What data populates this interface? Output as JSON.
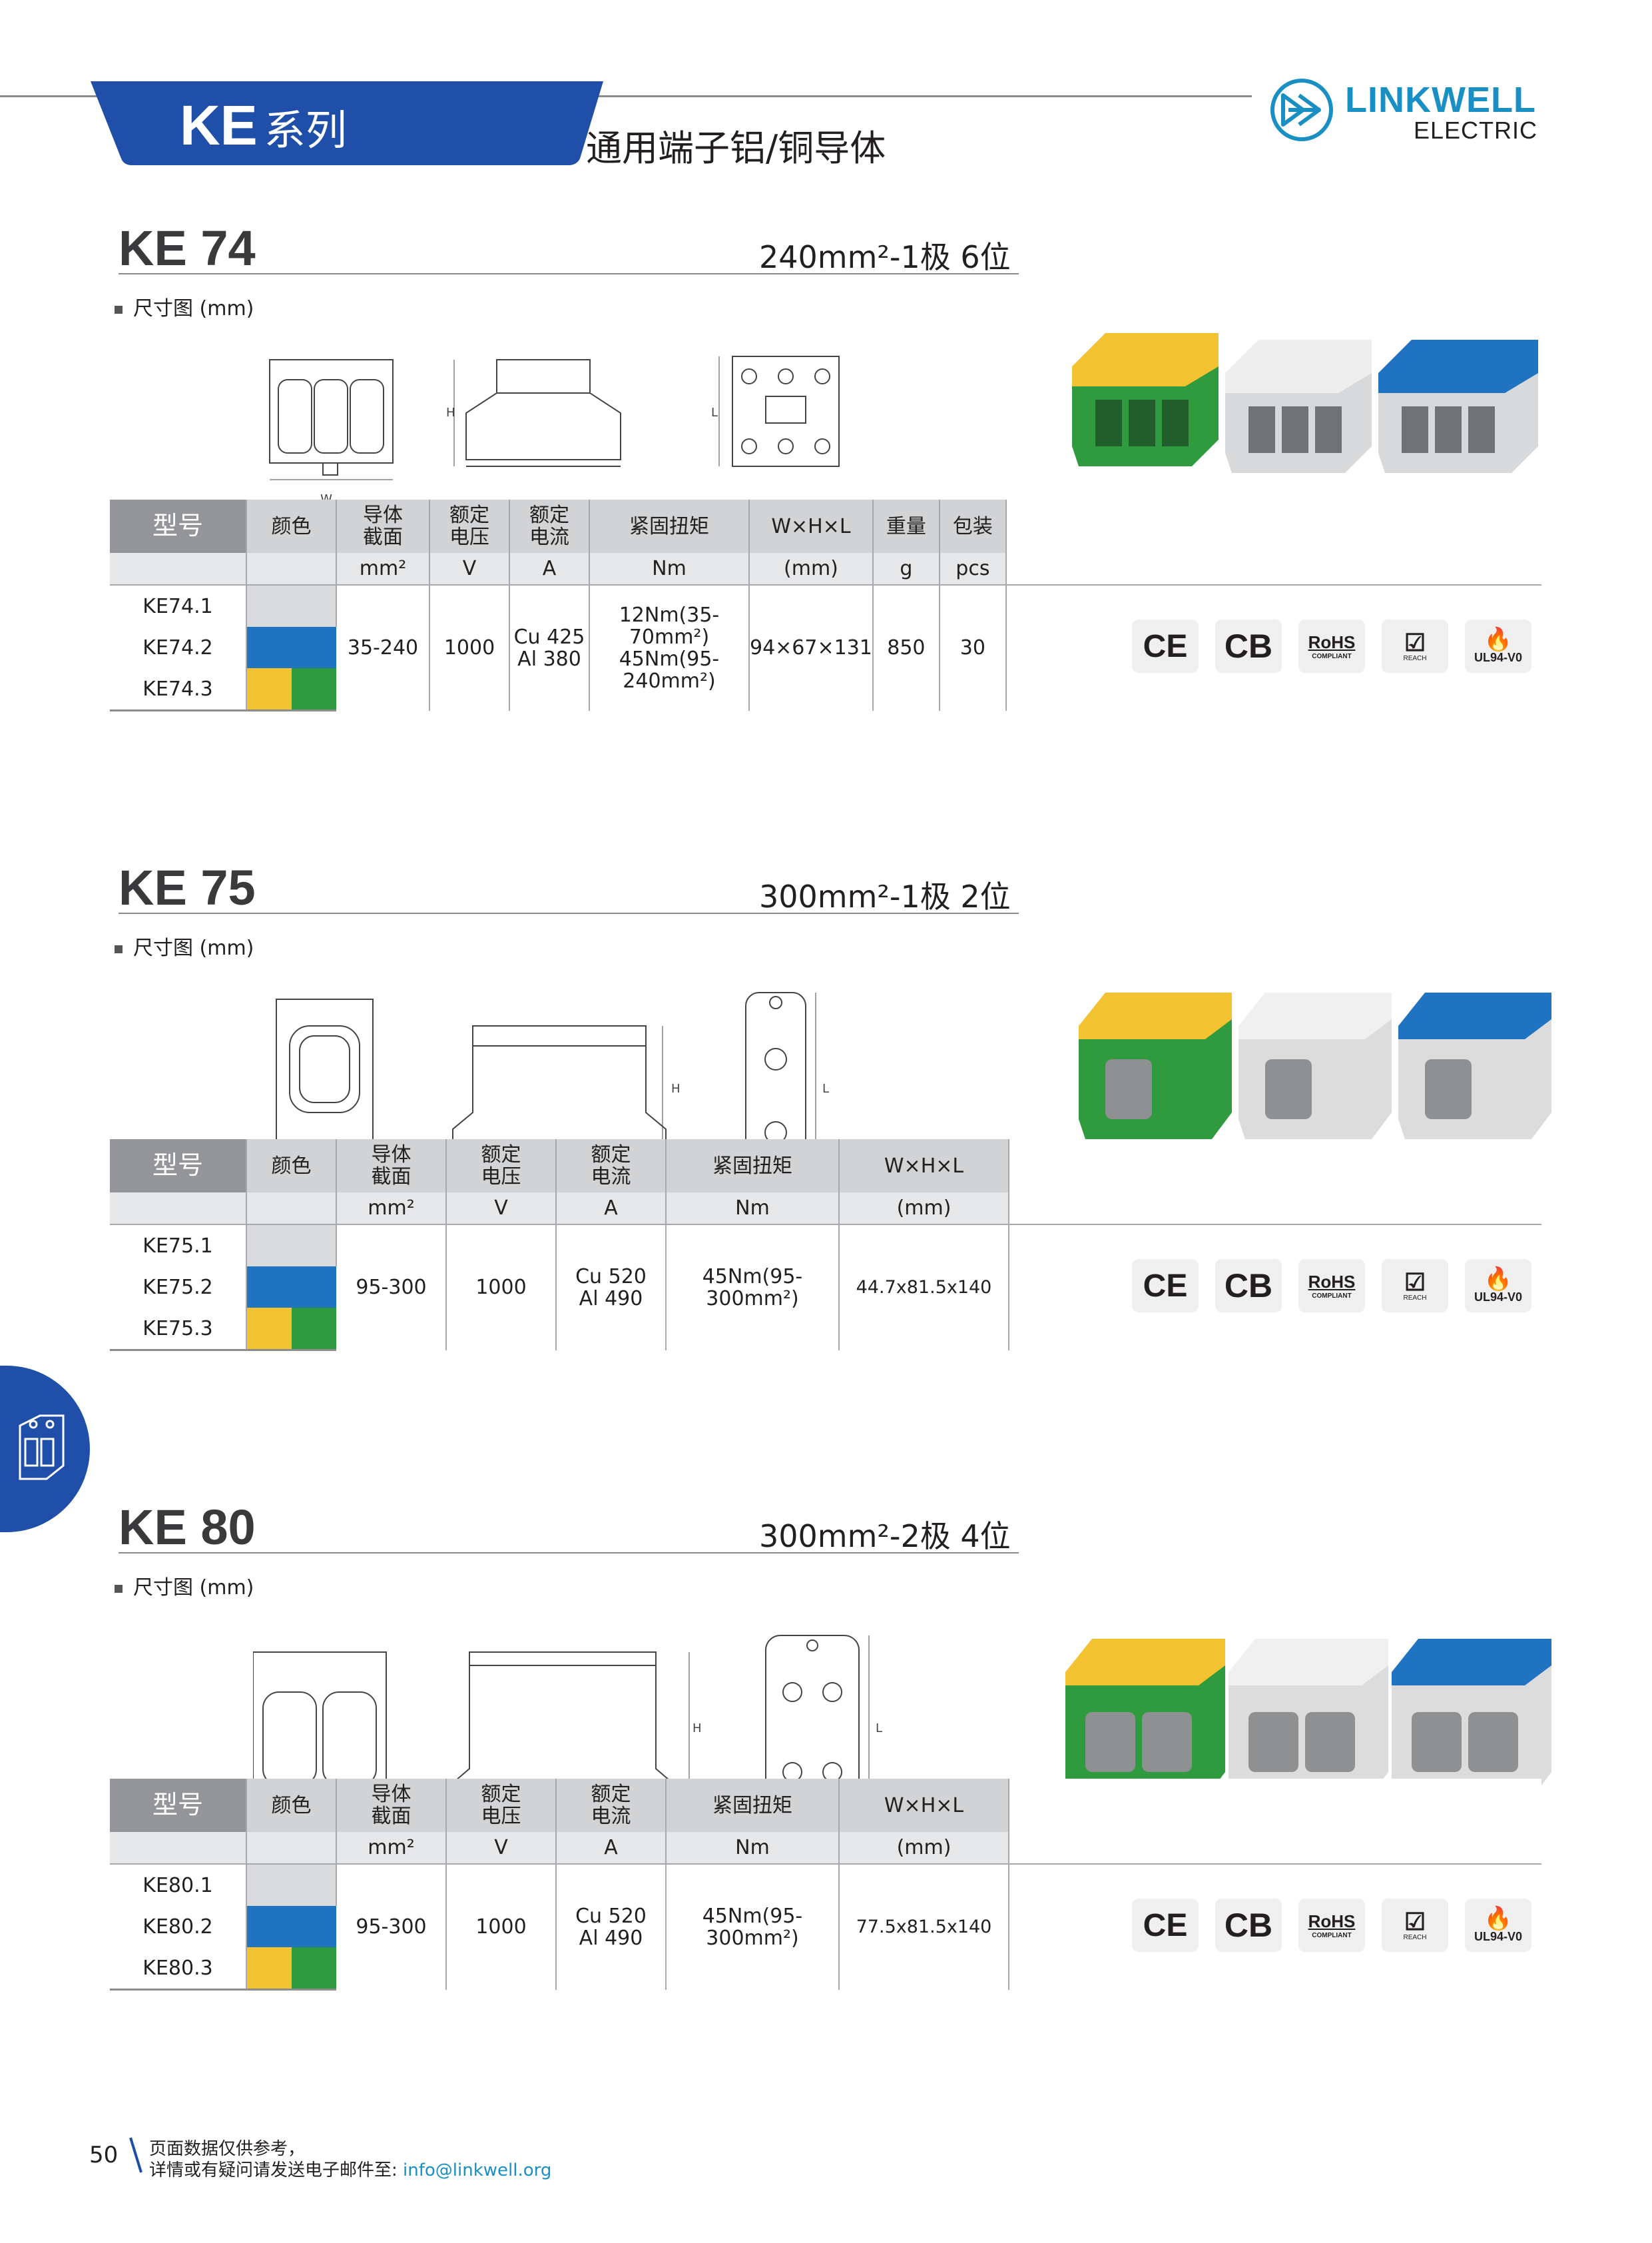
{
  "header": {
    "series_code": "KE",
    "series_suffix": "系列",
    "subtitle": "通用端子铝/铜导体",
    "logo_name": "LINKWELL",
    "logo_sub": "ELECTRIC"
  },
  "colors": {
    "brand_blue": "#1a8fc4",
    "tab_blue": "#1f4fa8",
    "swatch_grey": "#d9dadb",
    "swatch_blue": "#1f73c0",
    "swatch_yellow": "#f2c230",
    "swatch_green": "#2f9a3e"
  },
  "dim_label": "尺寸图 (mm)",
  "dim_letters": {
    "w": "W",
    "h": "H",
    "l": "L"
  },
  "certs": {
    "ce": "CE",
    "cb": "CB",
    "rohs": "RoHS",
    "rohs_sub": "COMPLIANT",
    "reach": "REACH",
    "ul": "UL94-V0"
  },
  "sections": [
    {
      "code": "KE 74",
      "spec": "240mm²-1极 6位",
      "table": {
        "headers": [
          "型号",
          "颜色",
          "导体\n截面",
          "额定\n电压",
          "额定\n电流",
          "紧固扭矩",
          "W×H×L",
          "重量",
          "包装"
        ],
        "units": [
          "",
          "",
          "mm²",
          "V",
          "A",
          "Nm",
          "(mm)",
          "g",
          "pcs"
        ],
        "models": [
          "KE74.1",
          "KE74.2",
          "KE74.3"
        ],
        "section": "35-240",
        "voltage": "1000",
        "current": [
          "Cu 425",
          "Al 380"
        ],
        "torque": [
          "12Nm(35-70mm²)",
          "45Nm(95-240mm²)"
        ],
        "dims": "94×67×131",
        "weight": "850",
        "pack": "30"
      }
    },
    {
      "code": "KE 75",
      "spec": "300mm²-1极 2位",
      "table": {
        "headers": [
          "型号",
          "颜色",
          "导体\n截面",
          "额定\n电压",
          "额定\n电流",
          "紧固扭矩",
          "W×H×L"
        ],
        "units": [
          "",
          "",
          "mm²",
          "V",
          "A",
          "Nm",
          "(mm)"
        ],
        "models": [
          "KE75.1",
          "KE75.2",
          "KE75.3"
        ],
        "section": "95-300",
        "voltage": "1000",
        "current": [
          "Cu 520",
          "Al 490"
        ],
        "torque": [
          "45Nm(95-300mm²)"
        ],
        "dims": "44.7x81.5x140"
      }
    },
    {
      "code": "KE 80",
      "spec": "300mm²-2极 4位",
      "table": {
        "headers": [
          "型号",
          "颜色",
          "导体\n截面",
          "额定\n电压",
          "额定\n电流",
          "紧固扭矩",
          "W×H×L"
        ],
        "units": [
          "",
          "",
          "mm²",
          "V",
          "A",
          "Nm",
          "(mm)"
        ],
        "models": [
          "KE80.1",
          "KE80.2",
          "KE80.3"
        ],
        "section": "95-300",
        "voltage": "1000",
        "current": [
          "Cu 520",
          "Al 490"
        ],
        "torque": [
          "45Nm(95-300mm²)"
        ],
        "dims": "77.5x81.5x140"
      }
    }
  ],
  "footer": {
    "page": "50",
    "note_line1": "页面数据仅供参考，",
    "note_line2": "详情或有疑问请发送电子邮件至:",
    "email": "info@linkwell.org"
  }
}
